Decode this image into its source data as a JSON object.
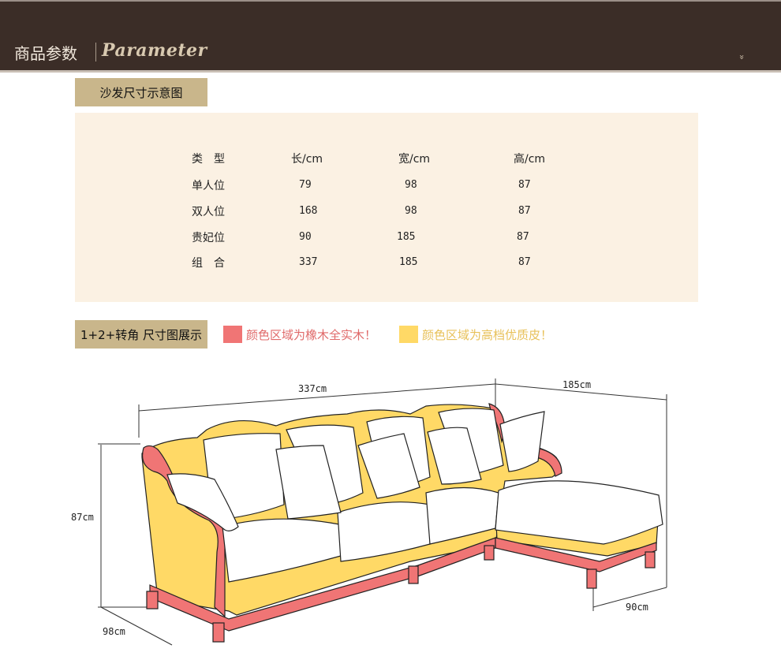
{
  "header": {
    "title_cn": "商品参数",
    "title_en": "Parameter",
    "chevron": "»"
  },
  "section1": {
    "label": "沙发尺寸示意图"
  },
  "size_table": {
    "headers": [
      "类　型",
      "长/cm",
      "宽/cm",
      "高/cm"
    ],
    "rows": [
      [
        "单人位",
        "79",
        "98",
        "87"
      ],
      [
        "双人位",
        "168",
        "98",
        "87"
      ],
      [
        "贵妃位",
        "90",
        "185",
        "87"
      ],
      [
        "组　合",
        "337",
        "185",
        "87"
      ]
    ]
  },
  "section2": {
    "label": "1+2+转角 尺寸图展示",
    "legend_red": "颜色区域为橡木全实木！",
    "legend_yellow": "颜色区域为高档优质皮！",
    "red_color": "#f08080",
    "yellow_color": "#ffd966"
  },
  "diagram": {
    "dim_top_length": "337cm",
    "dim_top_depth": "185cm",
    "dim_height": "87cm",
    "dim_depth": "98cm",
    "dim_chaise": "90cm"
  }
}
